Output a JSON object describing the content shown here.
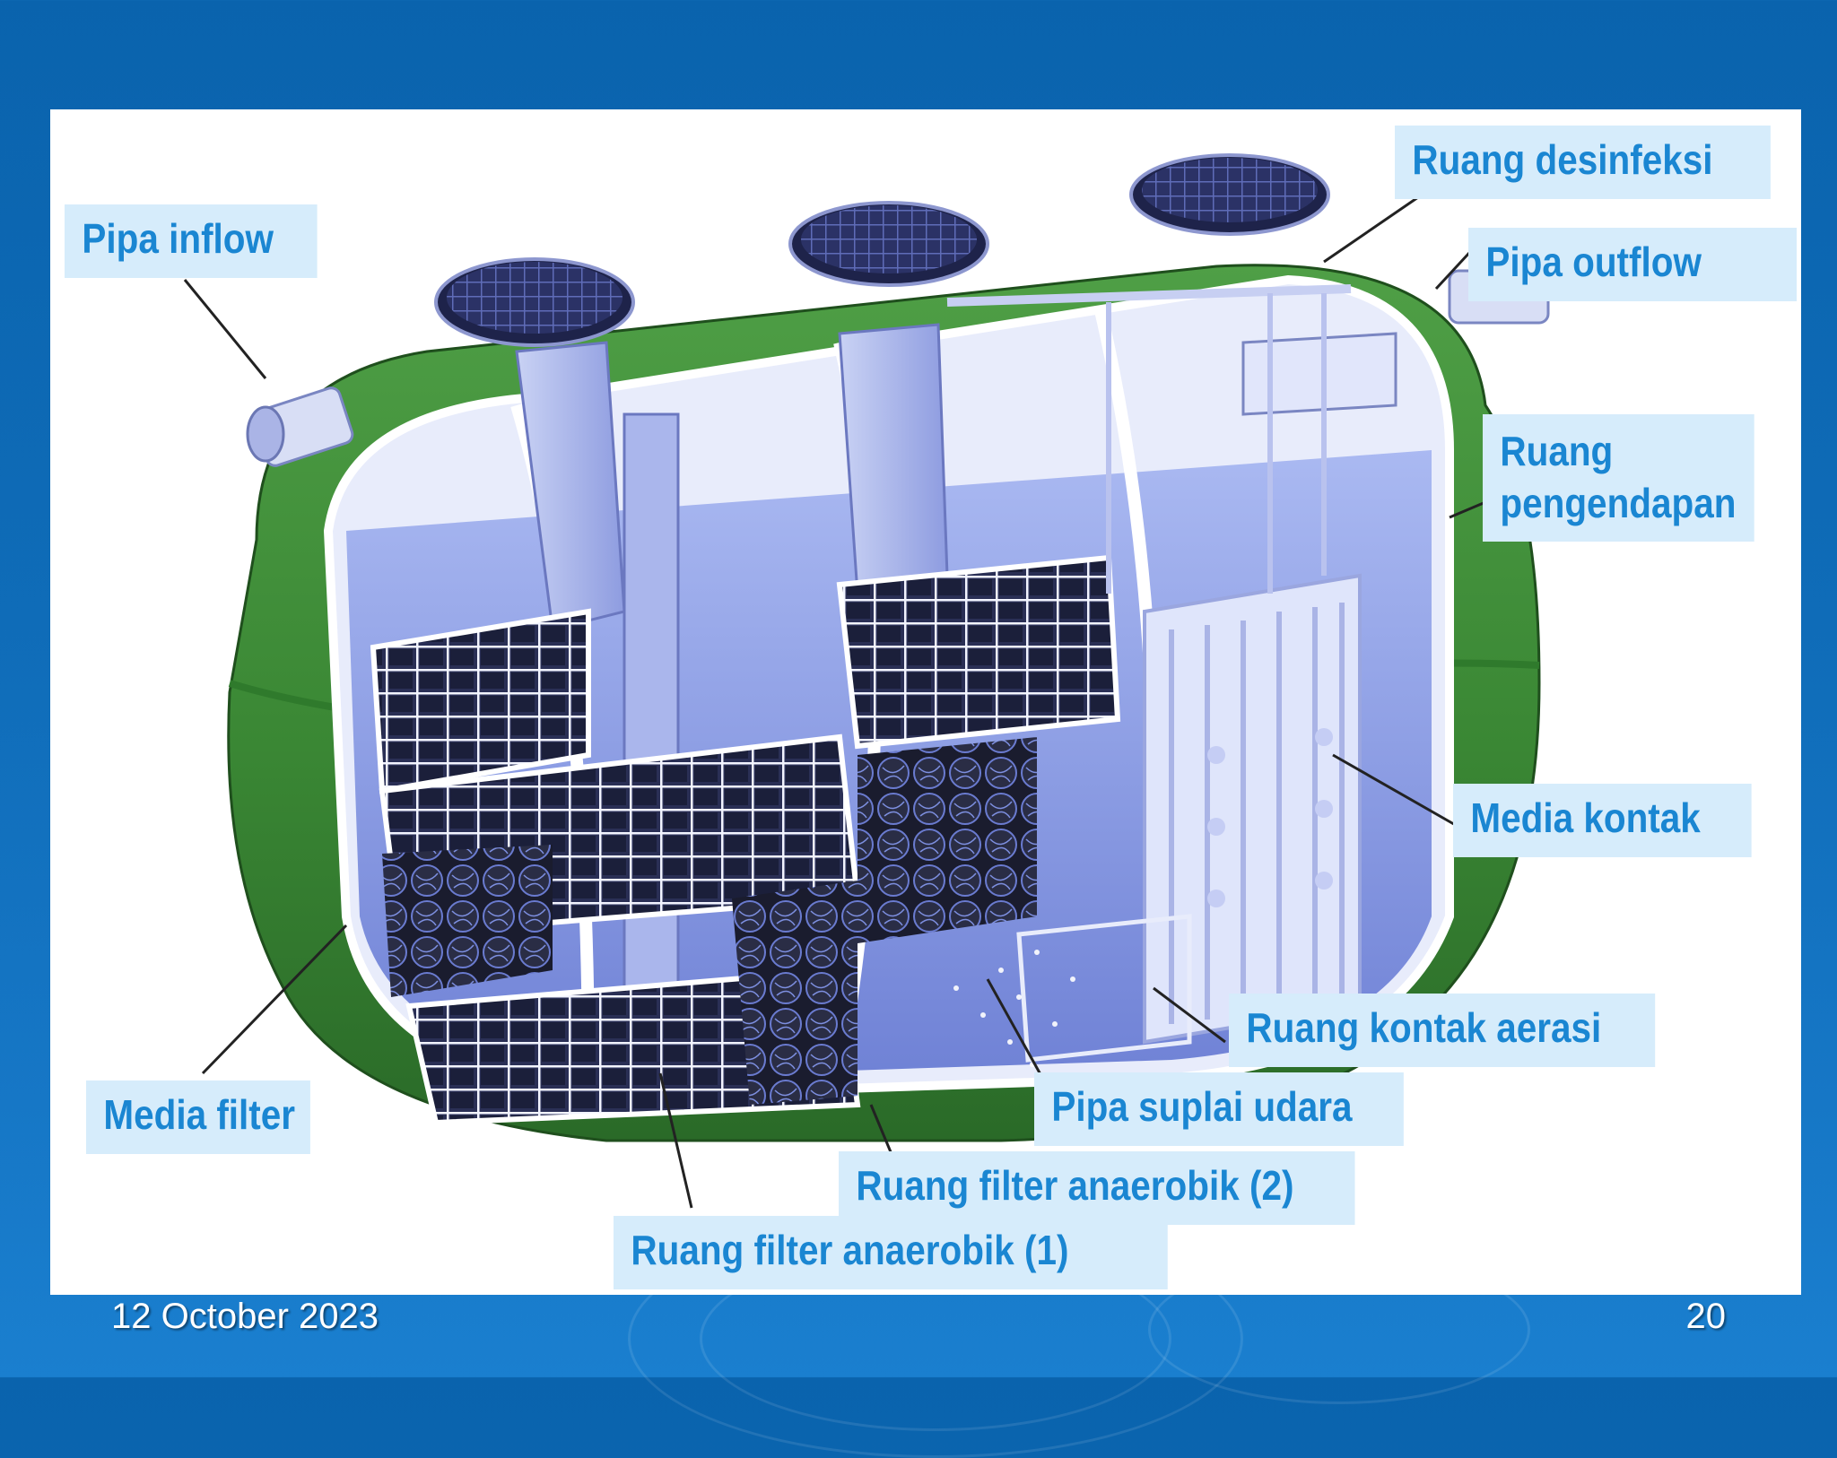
{
  "labels": {
    "pipa_inflow": "Pipa inflow",
    "ruang_desinfeksi": "Ruang desinfeksi",
    "pipa_outflow": "Pipa outflow",
    "ruang_pengendapan_line1": "Ruang",
    "ruang_pengendapan_line2": "pengendapan",
    "media_kontak": "Media kontak",
    "ruang_kontak_aerasi": "Ruang kontak aerasi",
    "pipa_suplai_udara": "Pipa suplai udara",
    "ruang_filter_anaerobik_2": "Ruang filter anaerobik (2)",
    "ruang_filter_anaerobik_1": "Ruang filter anaerobik (1)",
    "media_filter": "Media filter"
  },
  "footer": {
    "date": "12 October 2023",
    "page_number": "20"
  },
  "colors": {
    "background": "#0f6cb8",
    "tank_green": "#3f8f3a",
    "label_fill": "#d6ecfb",
    "label_text": "#1a86d2",
    "water": "#7f93e6"
  }
}
